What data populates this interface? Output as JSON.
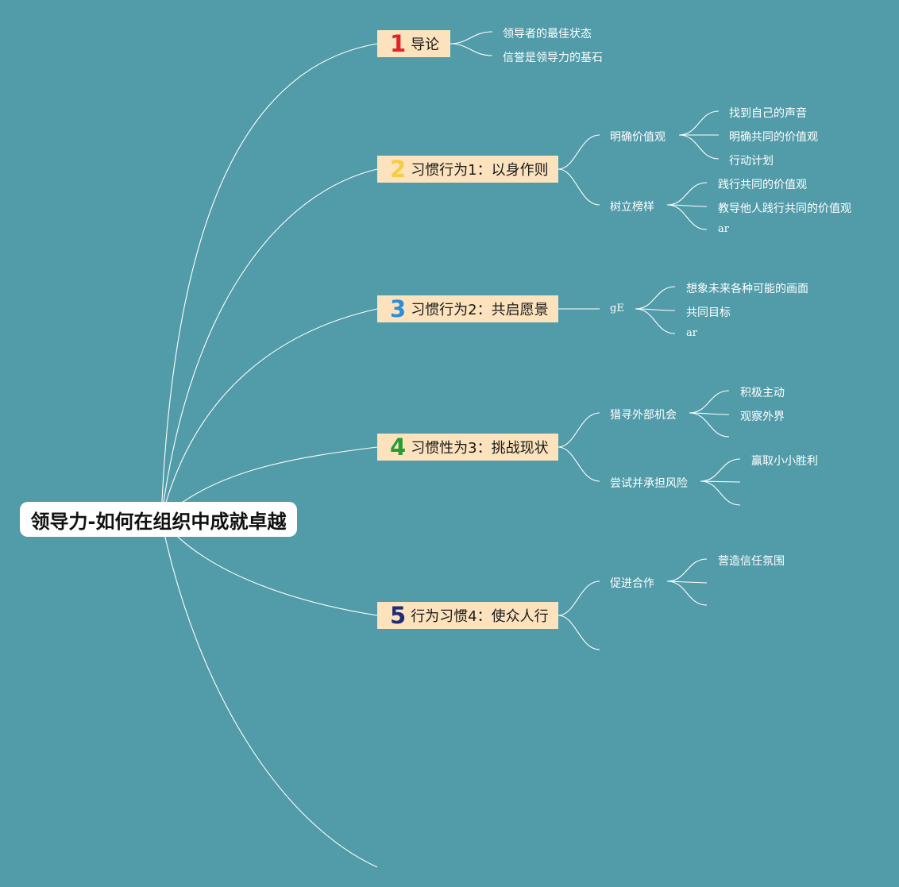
{
  "root": {
    "title": "领导力-如何在组织中成就卓越"
  },
  "branches": [
    {
      "num": "1",
      "color": "#E0252A",
      "label": "导论",
      "children": [
        {
          "label": "领导者的最佳状态"
        },
        {
          "label": "信誉是领导力的基石"
        }
      ]
    },
    {
      "num": "2",
      "color": "#F6CD45",
      "label": "习惯行为1：以身作则",
      "children": [
        {
          "label": "明确价值观",
          "children": [
            "找到自己的声音",
            "明确共同的价值观",
            "行动计划"
          ]
        },
        {
          "label": "树立榜样",
          "children": [
            "践行共同的价值观",
            "教导他人践行共同的价值观",
            "ar"
          ]
        }
      ]
    },
    {
      "num": "3",
      "color": "#2C8ED6",
      "label": "习惯行为2：共启愿景",
      "children": [
        {
          "label": "gE",
          "children": [
            "想象未来各种可能的画面",
            "共同目标",
            "ar"
          ]
        }
      ]
    },
    {
      "num": "4",
      "color": "#279C34",
      "label": "习惯性为3：挑战现状",
      "children": [
        {
          "label": "猎寻外部机会",
          "children": [
            "积极主动",
            "观察外界",
            ""
          ]
        },
        {
          "label": "尝试并承担风险",
          "children": [
            "赢取小小胜利",
            "",
            ""
          ]
        }
      ]
    },
    {
      "num": "5",
      "color": "#1C2E78",
      "label": "行为习惯4：使众人行",
      "children": [
        {
          "label": "促进合作",
          "children": [
            "营造信任氛围",
            "",
            ""
          ]
        },
        {
          "label": ""
        }
      ]
    }
  ]
}
